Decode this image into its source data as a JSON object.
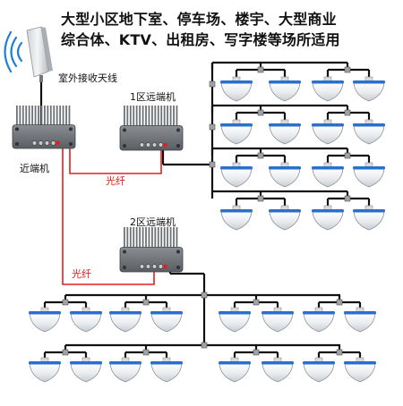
{
  "title": {
    "line1": "大型小区地下室、停车场、楼宇、大型商业",
    "line2": "综合体、KTV、出租房、写字楼等场所适用"
  },
  "labels": {
    "outdoor_antenna": "室外接收天线",
    "near_end": "近端机",
    "remote1": "1区远端机",
    "remote2": "2区远端机",
    "fiber": "光纤"
  },
  "colors": {
    "fiber": "#e02020",
    "cable": "#111111",
    "signal_wave": "#1e7fd8"
  },
  "icons": [
    "panel-antenna-icon",
    "signal-wave-icon",
    "repeater-unit-icon",
    "ceiling-antenna-icon"
  ]
}
